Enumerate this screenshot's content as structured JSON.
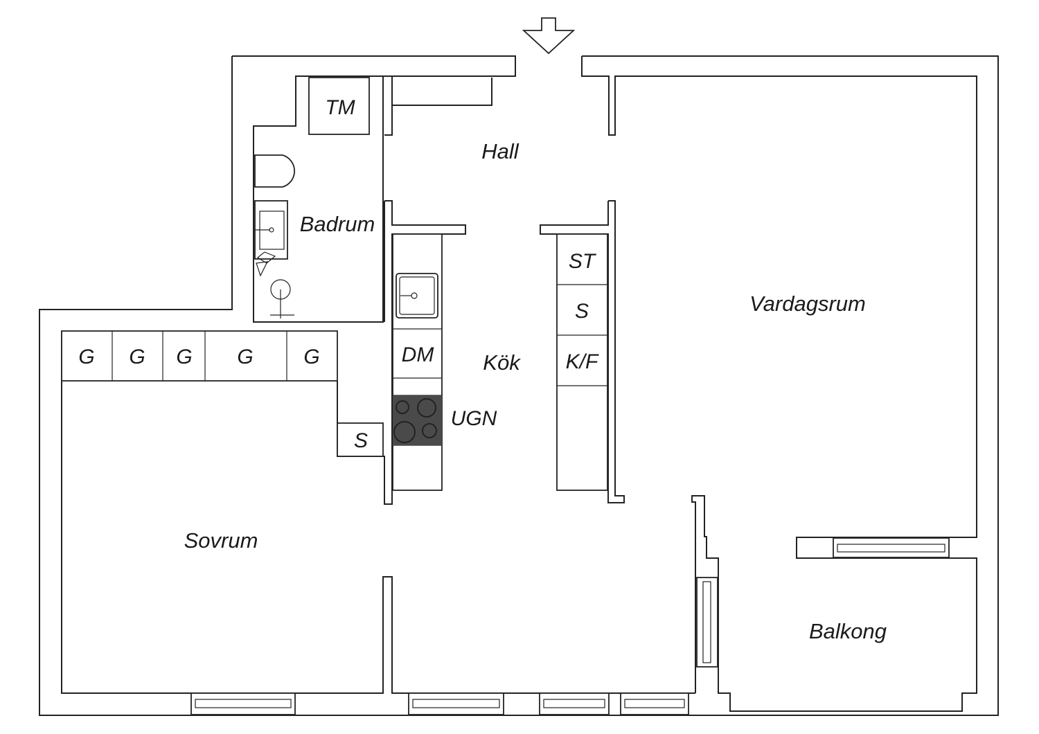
{
  "rooms": {
    "hall": "Hall",
    "badrum": "Badrum",
    "kok": "Kök",
    "vardagsrum": "Vardagsrum",
    "sovrum": "Sovrum",
    "balkong": "Balkong"
  },
  "fixtures": {
    "tm": "TM",
    "st": "ST",
    "s_kitchen": "S",
    "kf": "K/F",
    "dm": "DM",
    "ugn": "UGN",
    "g": [
      "G",
      "G",
      "G",
      "G",
      "G"
    ],
    "s_bedroom": "S"
  },
  "colors": {
    "line": "#222222",
    "stove": "#4a4a4a",
    "background": "#ffffff"
  },
  "icons": {
    "entrance": "entrance-arrow-icon",
    "toilet": "toilet-icon",
    "sink": "sink-icon",
    "shower": "shower-icon",
    "stove": "stove-icon"
  }
}
